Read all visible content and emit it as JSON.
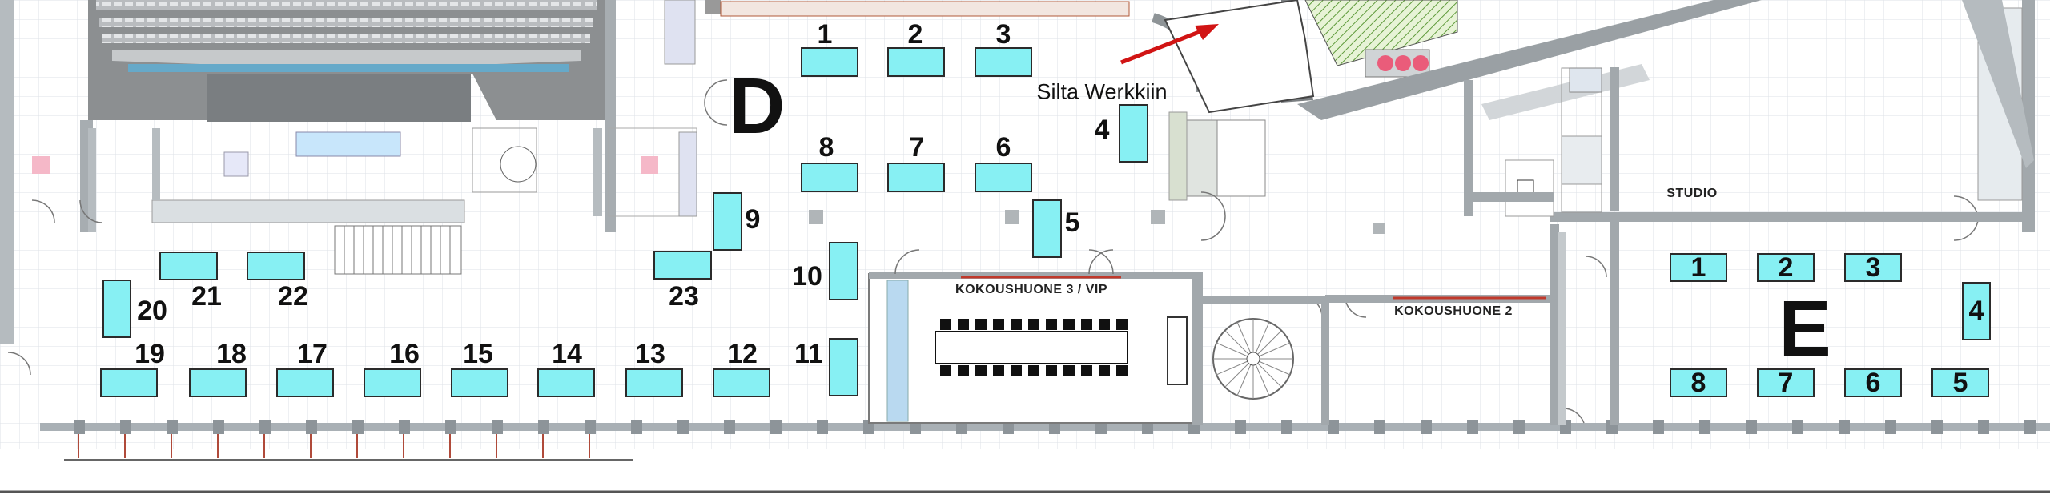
{
  "zones": {
    "d": "D",
    "e": "E"
  },
  "labels": {
    "bridge": "Silta Werkkiin",
    "meeting_vip": "KOKOUSHUONE 3 / VIP",
    "meeting_2": "KOKOUSHUONE 2",
    "studio": "STUDIO"
  },
  "booths_d": [
    "1",
    "2",
    "3",
    "4",
    "5",
    "6",
    "7",
    "8",
    "9",
    "10",
    "11",
    "12",
    "13",
    "14",
    "15",
    "16",
    "17",
    "18",
    "19",
    "20",
    "21",
    "22",
    "23"
  ],
  "booths_e": [
    "1",
    "2",
    "3",
    "4",
    "5",
    "6",
    "7",
    "8"
  ],
  "colors": {
    "booth_fill": "#87f0f3",
    "arrow": "#d11414",
    "wall": "#9a9a9a",
    "grid": "#d9dfe4"
  }
}
